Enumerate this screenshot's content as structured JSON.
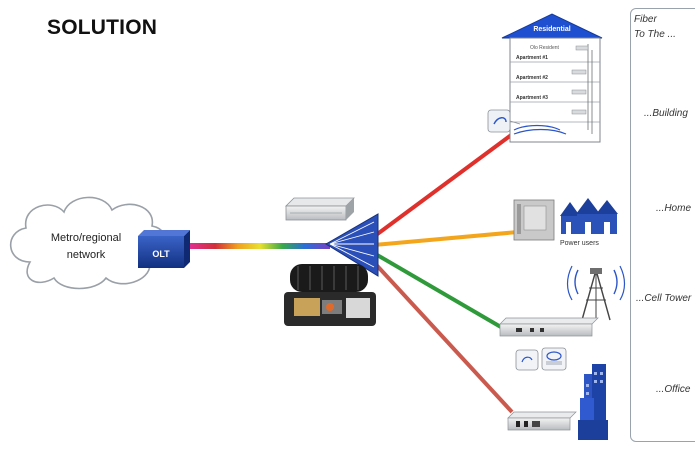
{
  "title": "SOLUTION",
  "fiber_to_the": [
    "Fiber",
    "To The ..."
  ],
  "destinations": [
    "...Building",
    "...Home",
    "...Cell Tower",
    "...Office"
  ],
  "cloud": {
    "line1": "Metro/regional",
    "line2": "network"
  },
  "olt_label": "OLT",
  "residential": {
    "label": "Residential",
    "header": "Olo Resident",
    "apartments": [
      "Apartment #1",
      "Apartment #2",
      "Apartment #3"
    ]
  },
  "power_users_label": "Power users",
  "colors": {
    "building_fiber": "#e0302c",
    "home_fiber": "#f3a51c",
    "cell_tower_fiber": "#2f9a3a",
    "office_fiber": "#c95a4d",
    "splitter": "#2b4fb8",
    "olt_box": "#1d3f9c",
    "residential_roof": "#1f4fd1"
  },
  "icons": [
    "cloud-icon",
    "olt-box-icon",
    "splitter-icon",
    "rack-unit-icon",
    "fiber-closure-icon",
    "residential-building-icon",
    "power-users-houses-icon",
    "cell-tower-icon",
    "modem-icon",
    "office-building-icon",
    "ont-device-icon"
  ]
}
